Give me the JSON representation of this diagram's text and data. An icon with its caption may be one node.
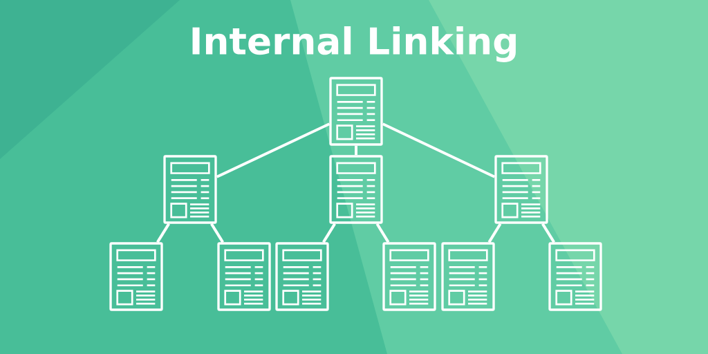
{
  "diagram": {
    "title": "Internal Linking",
    "nodes": [
      {
        "text": [],
        "shape": "picture"
      },
      {
        "text": [],
        "shape": "picture"
      },
      {
        "text": [],
        "shape": "picture"
      },
      {
        "text": [],
        "shape": "picture"
      },
      {
        "text": [],
        "shape": "picture"
      },
      {
        "text": [],
        "shape": "picture"
      },
      {
        "text": [],
        "shape": "picture"
      },
      {
        "text": [],
        "shape": "picture"
      },
      {
        "text": [],
        "shape": "picture"
      },
      {
        "text": [],
        "shape": "picture"
      }
    ],
    "edges": [
      {
        "from": 0,
        "to": 1,
        "arrow": "none"
      },
      {
        "from": 0,
        "to": 2,
        "arrow": "none"
      },
      {
        "from": 0,
        "to": 3,
        "arrow": "none"
      },
      {
        "from": 1,
        "to": 4,
        "arrow": "none"
      },
      {
        "from": 1,
        "to": 5,
        "arrow": "none"
      },
      {
        "from": 2,
        "to": 6,
        "arrow": "none"
      },
      {
        "from": 2,
        "to": 7,
        "arrow": "none"
      },
      {
        "from": 3,
        "to": 8,
        "arrow": "none"
      },
      {
        "from": 3,
        "to": 9,
        "arrow": "none"
      }
    ]
  }
}
